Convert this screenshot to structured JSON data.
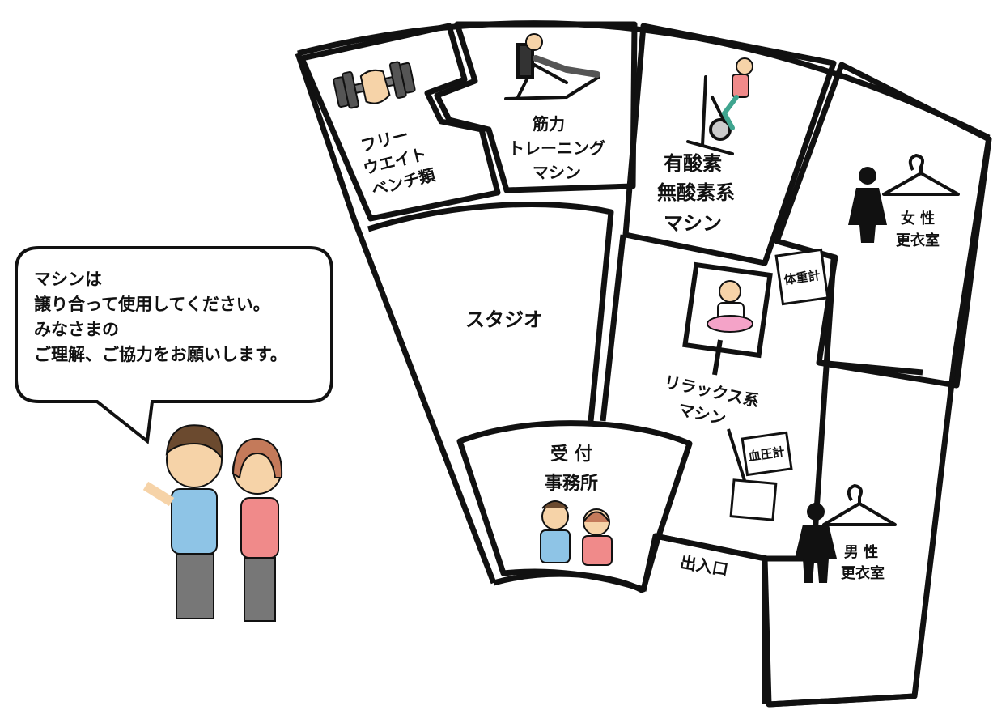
{
  "speech_bubble": {
    "lines": [
      "マシンは",
      "譲り合って使用してください。",
      "みなさまの",
      "ご理解、ご協力をお願いします。"
    ]
  },
  "rooms": {
    "free_weight": [
      "フリー",
      "ウエイト",
      "ベンチ類"
    ],
    "strength": [
      "筋力",
      "トレーニング",
      "マシン"
    ],
    "cardio": [
      "有酸素",
      "無酸素系",
      "マシン"
    ],
    "studio": "スタジオ",
    "reception": [
      "受 付",
      "事務所"
    ],
    "relax": [
      "リラックス系",
      "マシン"
    ],
    "scale": "体重計",
    "blood_pressure": "血圧計",
    "entrance": "出入口",
    "women_locker": [
      "女 性",
      "更衣室"
    ],
    "men_locker": [
      "男 性",
      "更衣室"
    ]
  },
  "icons": [
    "dumbbell-icon",
    "leg-press-icon",
    "exercise-bike-icon",
    "relax-seat-icon",
    "woman-icon",
    "man-icon",
    "hanger-icon",
    "staff-icon"
  ],
  "colors": {
    "line": "#111111",
    "staff_shirt_male": "#8ec4e6",
    "staff_shirt_female": "#f08a8a",
    "relax_accent": "#f4a3c8"
  }
}
